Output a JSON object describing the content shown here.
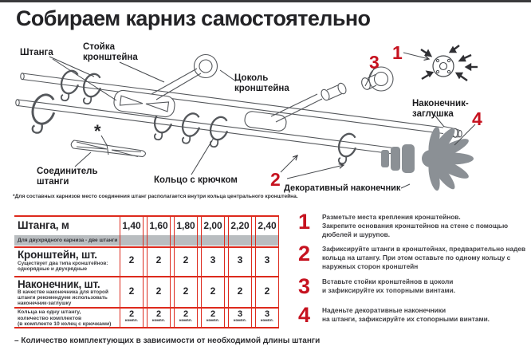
{
  "title": "Собираем карниз самостоятельно",
  "colors": {
    "accent_red": "#c6121f",
    "table_border_red": "#dd2a1d",
    "gray_band": "#b9bdc0",
    "finial_gray": "#8b9095",
    "text_dark": "#232326"
  },
  "diagram": {
    "labels": {
      "rod": "Штанга",
      "stand": "Стойка\nкронштейна",
      "base": "Цоколь\nкронштейна",
      "end_cap": "Наконечник-\nзаглушка",
      "connector": "Соединитель\nштанги",
      "ring": "Кольцо с крючком",
      "finial": "Декоративный наконечник",
      "asterisk": "*"
    },
    "step_markers": [
      "1",
      "2",
      "3",
      "4"
    ],
    "footnote": "*Для составных карнизов место соединения штанг располагается внутри кольца центрального кронштейна."
  },
  "table": {
    "header": {
      "label": "Штанга, м",
      "note": "Для двухрядного карниза - две штанги",
      "values": [
        "1,40",
        "1,60",
        "1,80",
        "2,00",
        "2,20",
        "2,40"
      ]
    },
    "rows": [
      {
        "label": "Кронштейн, шт.",
        "note": "Существует два типа кронштейнов:\nоднорядные и двухрядные",
        "values": [
          "2",
          "2",
          "2",
          "3",
          "3",
          "3"
        ]
      },
      {
        "label": "Наконечник, шт.",
        "note": "В качестве наконечника для второй\nштанги рекомендуем использовать\nнаконечник-заглушку",
        "values": [
          "2",
          "2",
          "2",
          "2",
          "2",
          "2"
        ]
      },
      {
        "label": "Кольца на одну штангу,\nколичество комплектов\n(в комплекте 10 колец с крючками)",
        "values": [
          "2",
          "2",
          "2",
          "2",
          "3",
          "3"
        ],
        "unit": "компл."
      }
    ],
    "legend": "– Количество комплектующих в зависимости от необходимой длины штанги"
  },
  "instructions": [
    {
      "num": "1",
      "text": "Разметьте места крепления кронштейнов.\nЗакрепите основания кронштейнов на стене с помощью дюбелей и шурупов."
    },
    {
      "num": "2",
      "text": "Зафиксируйте штанги в кронштейнах, предварительно надев кольца на штангу. При этом оставьте по одному кольцу с наружных сторон кронштейн"
    },
    {
      "num": "3",
      "text": "Вставьте стойки кронштейнов в цоколи\nи зафиксируйте их топорными винтами."
    },
    {
      "num": "4",
      "text": "Наденьте декоративные наконечники\nна штанги, зафиксируйте их стопорными винтами."
    }
  ]
}
